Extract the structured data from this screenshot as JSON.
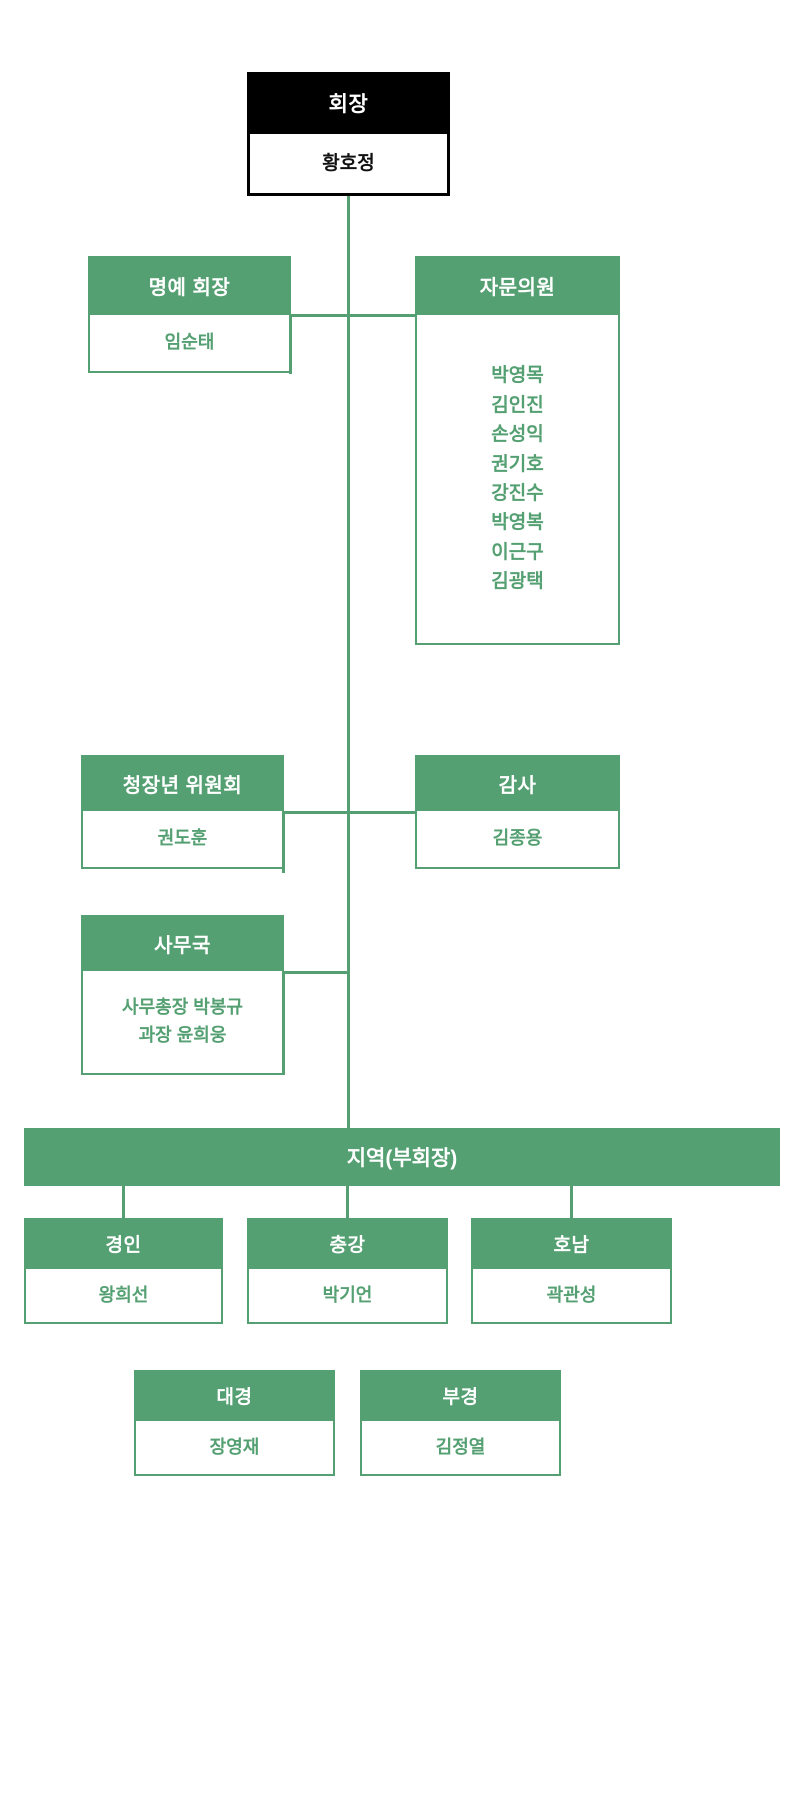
{
  "colors": {
    "accent_green": "#55a072",
    "root_black": "#000000",
    "background": "#ffffff",
    "header_text": "#ffffff",
    "body_text_green": "#55a072",
    "body_text_black": "#111111"
  },
  "org_chart": {
    "root": {
      "title": "회장",
      "members": [
        "황호정"
      ]
    },
    "honorary": {
      "title": "명예 회장",
      "members": [
        "임순태"
      ]
    },
    "advisory": {
      "title": "자문의원",
      "members": [
        "박영목",
        "김인진",
        "손성익",
        "권기호",
        "강진수",
        "박영복",
        "이근구",
        "김광택"
      ]
    },
    "youth_committee": {
      "title": "청장년 위원회",
      "members": [
        "권도훈"
      ]
    },
    "audit": {
      "title": "감사",
      "members": [
        "김종용"
      ]
    },
    "secretariat": {
      "title": "사무국",
      "members": [
        "사무총장 박봉규",
        "과장 윤희웅"
      ]
    },
    "regional_banner": {
      "title": "지역(부회장)"
    },
    "regions": [
      {
        "title": "경인",
        "members": [
          "왕희선"
        ]
      },
      {
        "title": "충강",
        "members": [
          "박기언"
        ]
      },
      {
        "title": "호남",
        "members": [
          "곽관성"
        ]
      },
      {
        "title": "대경",
        "members": [
          "장영재"
        ]
      },
      {
        "title": "부경",
        "members": [
          "김정열"
        ]
      }
    ]
  }
}
